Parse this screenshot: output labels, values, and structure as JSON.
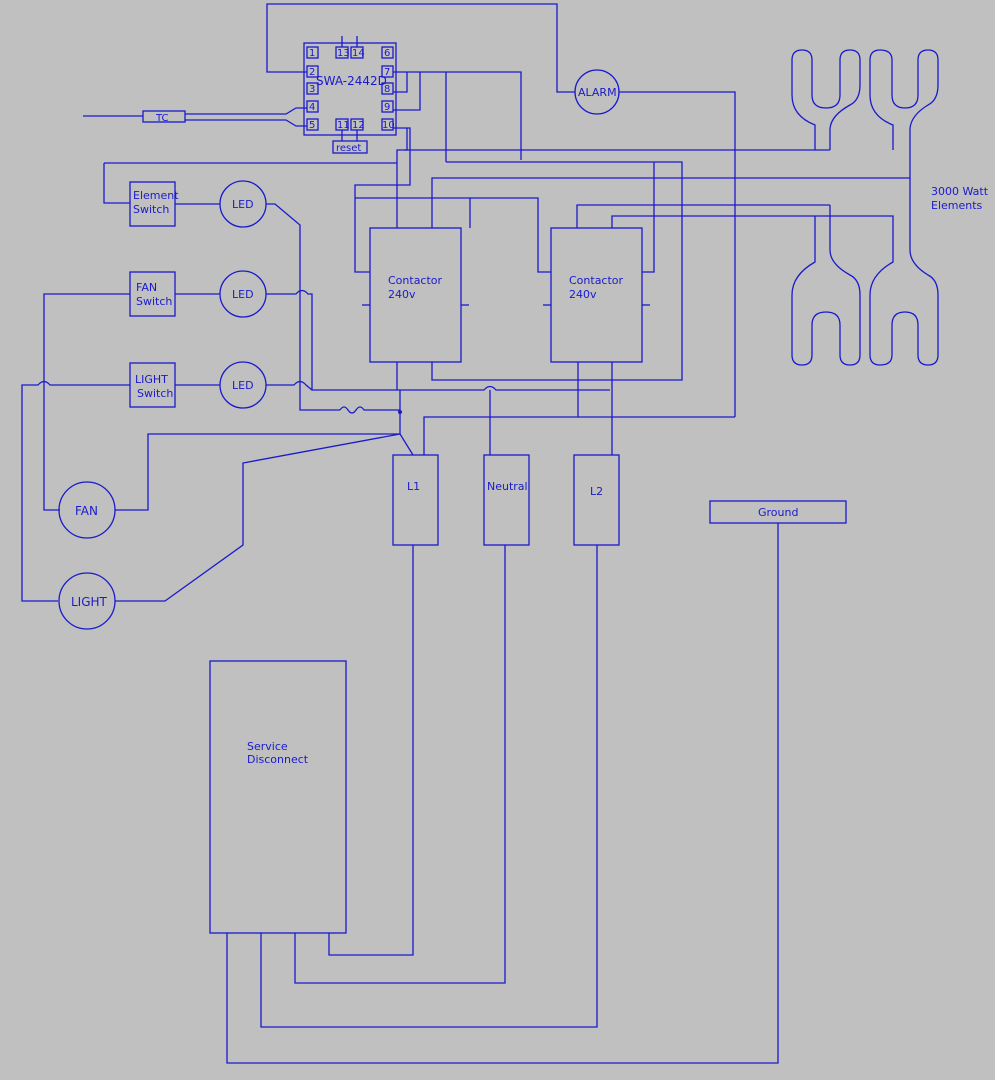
{
  "controller": {
    "model": "SWA-2442D",
    "pins_left": [
      "1",
      "2",
      "3",
      "4",
      "5"
    ],
    "pins_right": [
      "6",
      "7",
      "8",
      "9",
      "10"
    ],
    "pins_top": [
      "13",
      "14"
    ],
    "pins_bottom": [
      "11",
      "12"
    ],
    "reset_label": "reset"
  },
  "thermocouple": {
    "label": "TC"
  },
  "alarm": {
    "label": "ALARM"
  },
  "switches": {
    "element": {
      "line1": "Element",
      "line2": "Switch"
    },
    "fan": {
      "line1": "FAN",
      "line2": "Switch"
    },
    "light": {
      "line1": "LIGHT",
      "line2": "Switch"
    }
  },
  "leds": {
    "label": "LED"
  },
  "loads": {
    "fan": "FAN",
    "light": "LIGHT"
  },
  "contactors": {
    "left": {
      "line1": "Contactor",
      "line2": "240v"
    },
    "right": {
      "line1": "Contactor",
      "line2": "240v"
    }
  },
  "terminals": {
    "l1": "L1",
    "neutral": "Neutral",
    "l2": "L2",
    "ground": "Ground"
  },
  "elements": {
    "line1": "3000 Watt",
    "line2": "Elements"
  },
  "service": {
    "line1": "Service",
    "line2": "Disconnect"
  },
  "colors": {
    "background": "#c0c0c0",
    "ink": "#1a1acc"
  }
}
